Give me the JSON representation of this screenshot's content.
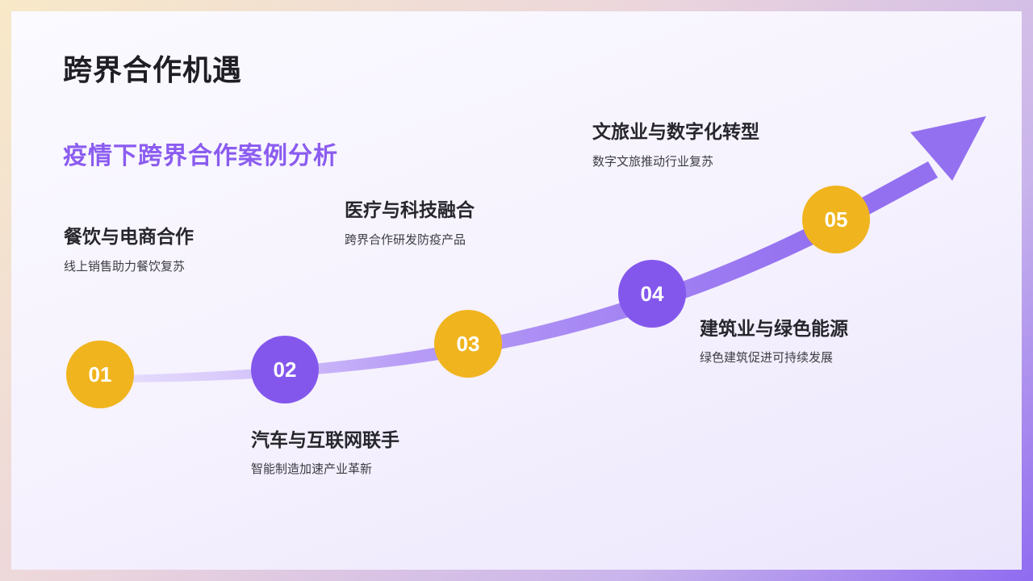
{
  "slide": {
    "title": "跨界合作机遇",
    "subtitle": "疫情下跨界合作案例分析"
  },
  "colors": {
    "accent_purple": "#8457ec",
    "accent_gold": "#f0b41e",
    "subtitle_purple": "#8b5cf0"
  },
  "milestones": [
    {
      "number": "01",
      "title": "餐饮与电商合作",
      "description": "线上销售助力餐饮复苏"
    },
    {
      "number": "02",
      "title": "汽车与互联网联手",
      "description": "智能制造加速产业革新"
    },
    {
      "number": "03",
      "title": "医疗与科技融合",
      "description": "跨界合作研发防疫产品"
    },
    {
      "number": "04",
      "title": "建筑业与绿色能源",
      "description": "绿色建筑促进可持续发展"
    },
    {
      "number": "05",
      "title": "文旅业与数字化转型",
      "description": "数字文旅推动行业复苏"
    }
  ]
}
